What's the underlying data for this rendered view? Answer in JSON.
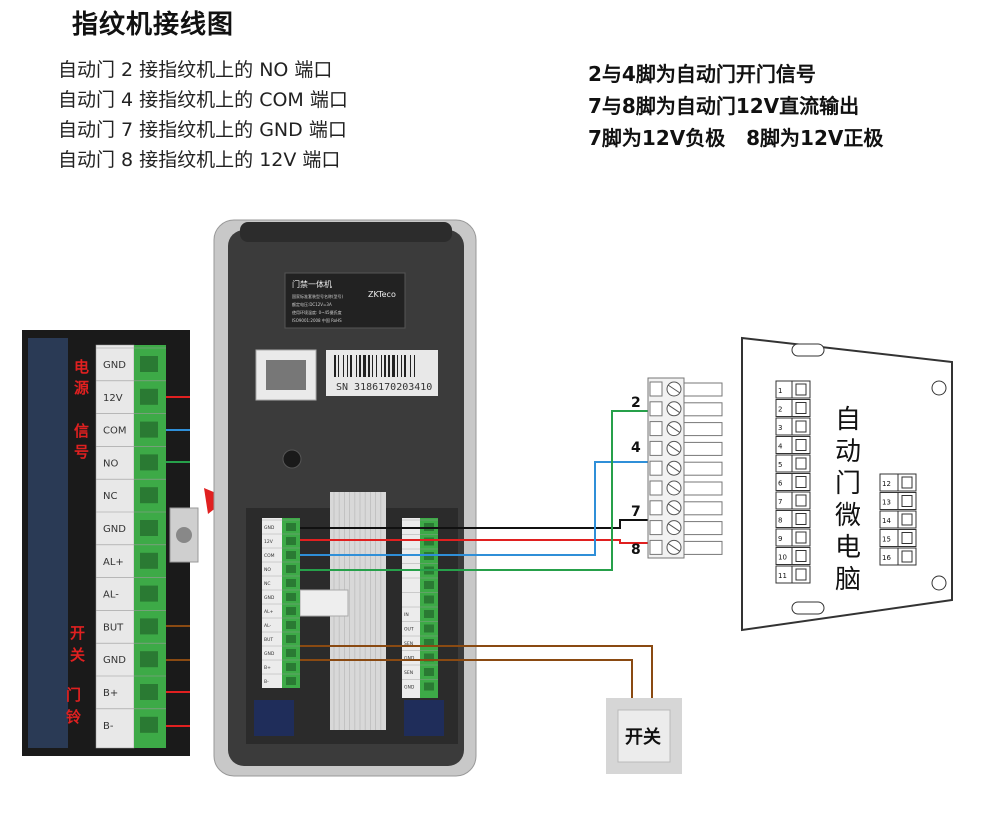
{
  "title": "指纹机接线图",
  "left_notes": [
    "自动门 2 接指纹机上的 NO 端口",
    "自动门 4 接指纹机上的 COM 端口",
    "自动门 7 接指纹机上的 GND 端口",
    "自动门 8 接指纹机上的 12V 端口"
  ],
  "right_notes": [
    "2与4脚为自动门开门信号",
    "7与8脚为自动门12V直流输出",
    "7脚为12V负极   8脚为12V正极"
  ],
  "terminal_labels": [
    "GND",
    "12V",
    "COM",
    "NO",
    "NC",
    "GND",
    "AL+",
    "AL-",
    "BUT",
    "GND",
    "B+",
    "B-"
  ],
  "side_labels": {
    "power": "电源",
    "signal": "信号",
    "switch": "开关",
    "doorbell": "门铃"
  },
  "device": {
    "plate_title": "门禁一体机",
    "brand": "ZKTeco",
    "plate_lines": [
      "国家标准套装型号名称(型号)",
      "额定电压:DC12V=3A",
      "使用环境温度: 0~45摄氏度",
      "ISO9001:2008 中国 RoHS"
    ],
    "serial": "SN  3186170203410",
    "small_right_labels": [
      "IN",
      "OUT",
      "SEN",
      "GND",
      "SEN",
      "GND"
    ]
  },
  "connector_pins": [
    "2",
    "4",
    "7",
    "8"
  ],
  "microcomputer": {
    "label": "自动门微电脑",
    "left_pins": [
      "1",
      "2",
      "3",
      "4",
      "5",
      "6",
      "7",
      "8",
      "9",
      "10",
      "11"
    ],
    "right_pins": [
      "12",
      "13",
      "14",
      "15",
      "16"
    ]
  },
  "switch_label": "开关",
  "colors": {
    "terminal_green": "#3daa47",
    "wire_black": "#111111",
    "wire_red": "#e02020",
    "wire_blue": "#2f8fd8",
    "wire_green": "#26a04a",
    "wire_brown": "#8a4a12"
  }
}
